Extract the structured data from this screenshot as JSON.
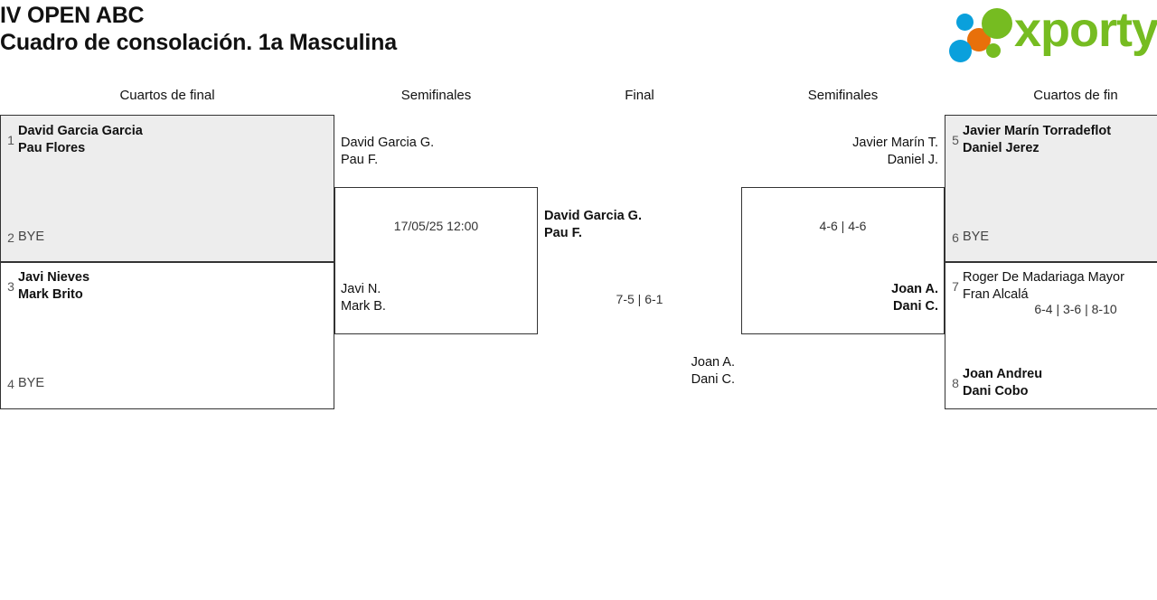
{
  "header": {
    "title_line1": "IV OPEN ABC",
    "title_line2": "Cuadro de consolación. 1a Masculina",
    "logo_text": "xporty",
    "logo_colors": {
      "green": "#76bc21",
      "blue": "#0aa0dc",
      "orange": "#e8700a"
    }
  },
  "rounds": [
    {
      "label": "Cuartos de final"
    },
    {
      "label": "Semifinales"
    },
    {
      "label": "Final"
    },
    {
      "label": "Semifinales"
    },
    {
      "label": "Cuartos de fin"
    }
  ],
  "bracket": {
    "left_quarterfinals": [
      {
        "shaded": true,
        "top": {
          "seed": "1",
          "line1": "David Garcia Garcia",
          "line2": "Pau Flores",
          "winner": true
        },
        "bottom": {
          "seed": "2",
          "bye": "BYE"
        }
      },
      {
        "shaded": false,
        "top": {
          "seed": "3",
          "line1": "Javi Nieves",
          "line2": "Mark Brito",
          "winner": true
        },
        "bottom": {
          "seed": "4",
          "bye": "BYE"
        }
      }
    ],
    "left_semifinal": {
      "top": {
        "line1": "David Garcia G.",
        "line2": "Pau F.",
        "winner": false
      },
      "bottom": {
        "line1": "Javi N.",
        "line2": "Mark B.",
        "winner": false
      },
      "meta": "17/05/25 12:00"
    },
    "final": {
      "left": {
        "line1": "David Garcia G.",
        "line2": "Pau F.",
        "winner": true
      },
      "right": {
        "line1": "Joan A.",
        "line2": "Dani C.",
        "winner": false
      },
      "score": "7-5 | 6-1"
    },
    "right_semifinal": {
      "top": {
        "line1": "Javier Marín T.",
        "line2": "Daniel J.",
        "winner": false
      },
      "bottom": {
        "line1": "Joan A.",
        "line2": "Dani C.",
        "winner": true
      },
      "meta": "4-6 | 4-6"
    },
    "right_quarterfinals": [
      {
        "shaded": true,
        "top": {
          "seed": "5",
          "line1": "Javier Marín Torradeflot",
          "line2": "Daniel Jerez",
          "winner": true
        },
        "bottom": {
          "seed": "6",
          "bye": "BYE"
        }
      },
      {
        "shaded": false,
        "top": {
          "seed": "7",
          "line1": "Roger De Madariaga Mayor",
          "line2": "Fran Alcalá",
          "winner": false
        },
        "bottom": {
          "seed": "8",
          "line1": "Joan Andreu",
          "line2": "Dani Cobo",
          "winner": true
        },
        "meta": "6-4 | 3-6 | 8-10"
      }
    ]
  }
}
